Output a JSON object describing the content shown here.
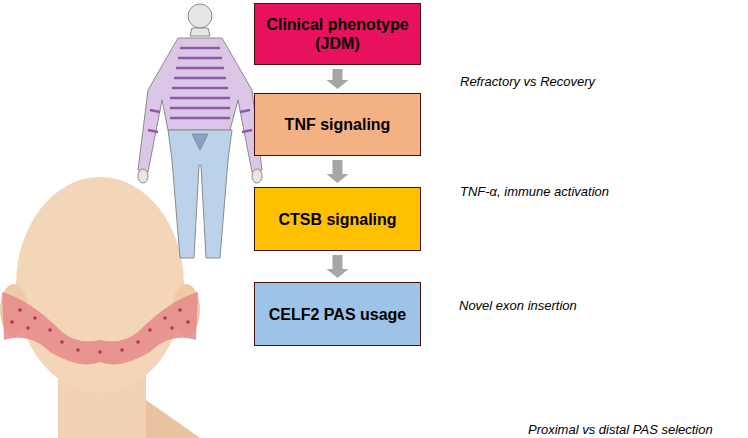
{
  "diagram": {
    "nodes": [
      {
        "text": [
          "Clinical phenotype (JDM)"
        ]
      },
      {
        "text": [
          "TNF signaling"
        ]
      },
      {
        "text": [
          "CTSB signaling"
        ]
      },
      {
        "text": [
          "CELF2 PAS usage"
        ]
      }
    ],
    "edges": [
      {
        "from": 0,
        "to": 1,
        "arrow": "to"
      },
      {
        "from": 1,
        "to": 2,
        "arrow": "to"
      },
      {
        "from": 2,
        "to": 3,
        "arrow": "to"
      }
    ],
    "labels": [
      "Refractory vs Recovery",
      "TNF-α, immune activation",
      "Novel exon insertion",
      "Proximal vs distal PAS selection"
    ]
  }
}
